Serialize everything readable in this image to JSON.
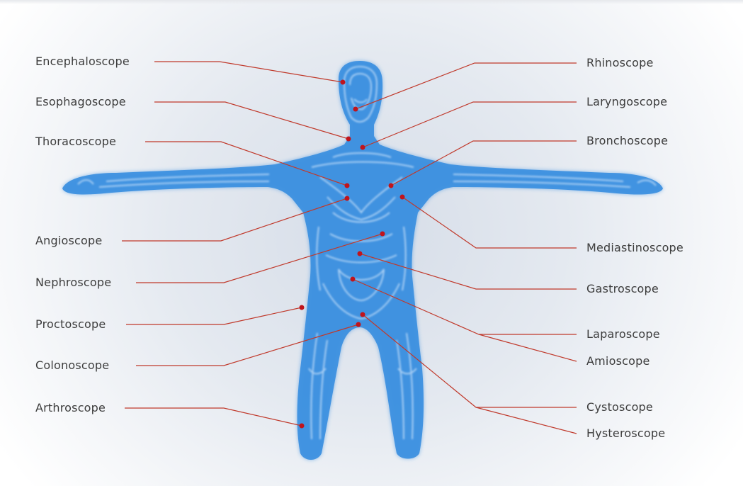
{
  "left_labels": {
    "encephaloscope": "Encephaloscope",
    "esophagoscope": "Esophagoscope",
    "thoracoscope": "Thoracoscope",
    "angioscope": "Angioscope",
    "nephroscope": "Nephroscope",
    "proctoscope": "Proctoscope",
    "colonoscope": "Colonoscope",
    "arthroscope": "Arthroscope"
  },
  "right_labels": {
    "rhinoscope": "Rhinoscope",
    "laryngoscope": "Laryngoscope",
    "bronchoscope": "Bronchoscope",
    "mediastinoscope": "Mediastinoscope",
    "gastroscope": "Gastroscope",
    "laparoscope": "Laparoscope",
    "amioscope": "Amioscope",
    "cystoscope": "Cystoscope",
    "hysteroscope": "Hysteroscope"
  },
  "colors": {
    "body": "#3b8fe0",
    "body_dark": "#2f7fd3",
    "contour": "#cfe5fb",
    "leader_line": "#c0392b",
    "marker": "#c0141c",
    "label_text": "#3c3c3c"
  }
}
